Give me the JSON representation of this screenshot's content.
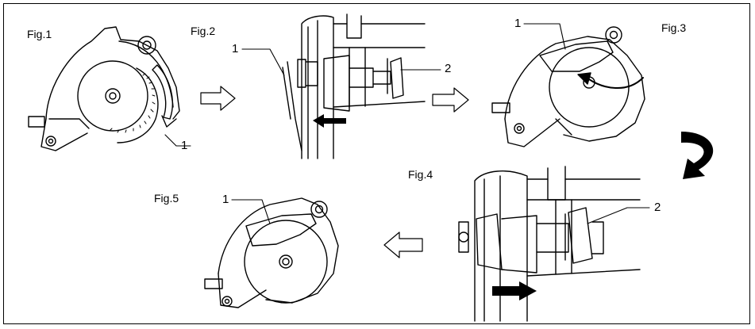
{
  "figures": {
    "fig1": {
      "title": "Fig.1",
      "callout": "1"
    },
    "fig2": {
      "title": "Fig.2",
      "callout_1": "1",
      "callout_2": "2"
    },
    "fig3": {
      "title": "Fig.3",
      "callout": "1"
    },
    "fig4": {
      "title": "Fig.4",
      "callout": "2"
    },
    "fig5": {
      "title": "Fig.5",
      "callout": "1"
    }
  },
  "colors": {
    "line": "#000000",
    "background": "#ffffff"
  }
}
